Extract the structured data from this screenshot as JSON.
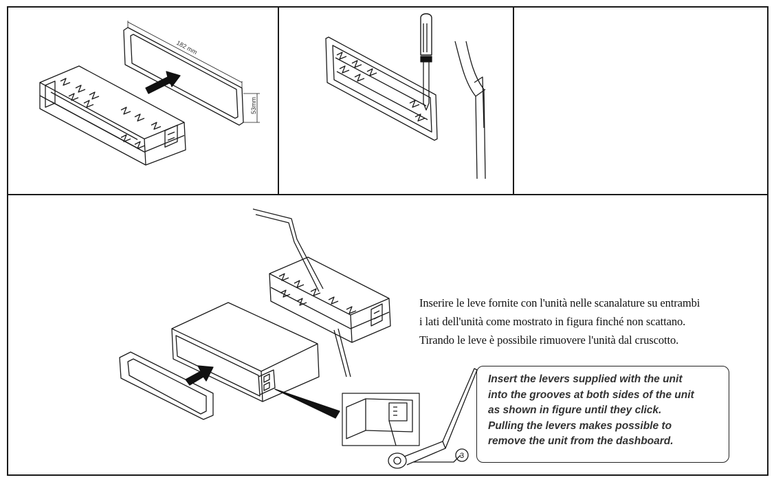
{
  "figure": {
    "dimension_width": "182 mm",
    "dimension_height": "53mm",
    "callout_number": "3",
    "italian_lines": [
      "Inserire le leve fornite con l'unità nelle scanalature su entrambi",
      "i lati dell'unità come mostrato in figura finché non scattano.",
      "Tirando le leve è possibile rimuovere l'unità dal cruscotto."
    ],
    "english_lines": [
      "Insert the levers supplied with the unit",
      "into the grooves at both sides of the unit",
      "as shown in figure until they click.",
      "Pulling the levers makes possible to",
      "remove the unit from the dashboard."
    ]
  }
}
